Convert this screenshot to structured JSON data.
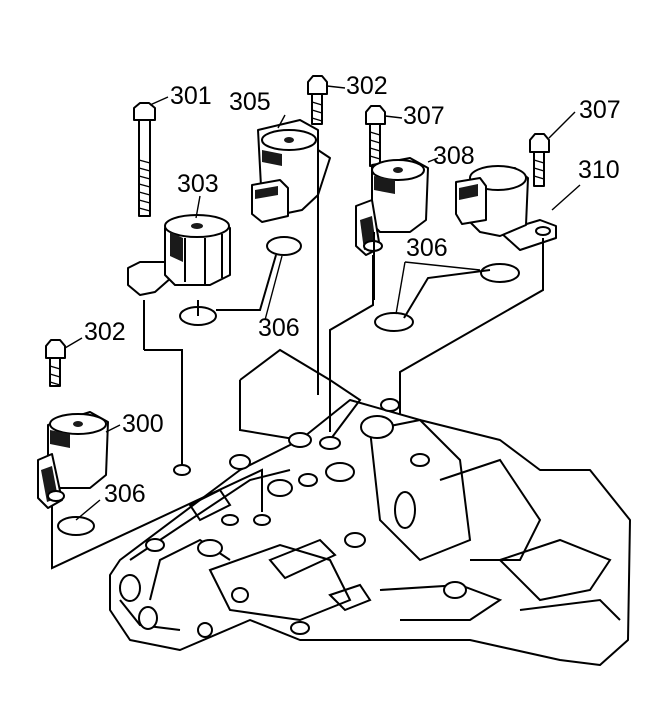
{
  "callouts": {
    "c300": "300",
    "c301": "301",
    "c302a": "302",
    "c302b": "302",
    "c303": "303",
    "c305": "305",
    "c306a": "306",
    "c306b": "306",
    "c306c": "306",
    "c307a": "307",
    "c307b": "307",
    "c308": "308",
    "c310": "310"
  }
}
